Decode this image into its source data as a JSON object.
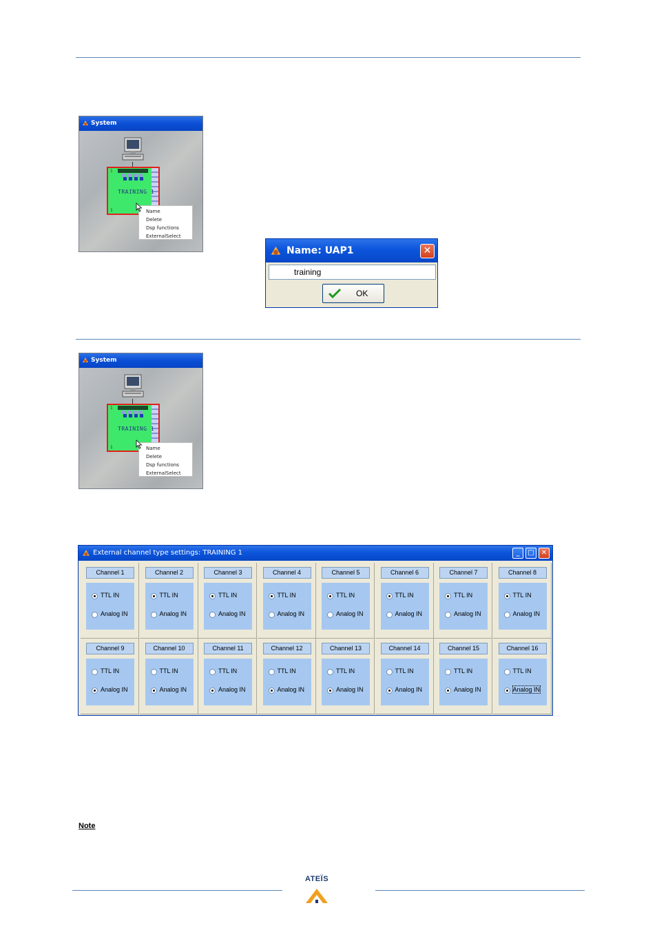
{
  "system_window_top": {
    "title": "System",
    "device_label": "TRAINING 1",
    "device_num_top": "1",
    "device_num_bottom": "1",
    "context_menu": [
      "Name",
      "Delete",
      "Dsp functions",
      "ExternalSelect"
    ]
  },
  "name_dialog": {
    "title": "Name: UAP1",
    "input_value": "training",
    "ok_label": "OK"
  },
  "system_window_bottom": {
    "title": "System",
    "device_label": "TRAINING 1",
    "device_num_top": "1",
    "device_num_bottom": "1",
    "context_menu": [
      "Name",
      "Delete",
      "Dsp functions",
      "ExternalSelect"
    ]
  },
  "ext_dialog": {
    "title": "External channel type settings: TRAINING 1",
    "option_ttl": "TTL IN",
    "option_analog": "Analog IN",
    "channels": [
      {
        "label": "Channel 1",
        "selected": "ttl"
      },
      {
        "label": "Channel 2",
        "selected": "ttl"
      },
      {
        "label": "Channel 3",
        "selected": "ttl"
      },
      {
        "label": "Channel 4",
        "selected": "ttl"
      },
      {
        "label": "Channel 5",
        "selected": "ttl"
      },
      {
        "label": "Channel 6",
        "selected": "ttl"
      },
      {
        "label": "Channel 7",
        "selected": "ttl"
      },
      {
        "label": "Channel 8",
        "selected": "ttl"
      },
      {
        "label": "Channel 9",
        "selected": "analog"
      },
      {
        "label": "Channel 10",
        "selected": "analog"
      },
      {
        "label": "Channel 11",
        "selected": "analog"
      },
      {
        "label": "Channel 12",
        "selected": "analog"
      },
      {
        "label": "Channel 13",
        "selected": "analog"
      },
      {
        "label": "Channel 14",
        "selected": "analog"
      },
      {
        "label": "Channel 15",
        "selected": "analog"
      },
      {
        "label": "Channel 16",
        "selected": "analog"
      }
    ]
  },
  "note_label": "Note",
  "footer": {
    "logo_text": "ATEÏS"
  },
  "colors": {
    "rule": "#5b86b8",
    "xp_title": "#0a4fd6",
    "panel_blue": "#a6c8f0",
    "device_green": "#3ee86b",
    "device_border": "#e0201a",
    "logo_orange": "#f0a020"
  }
}
